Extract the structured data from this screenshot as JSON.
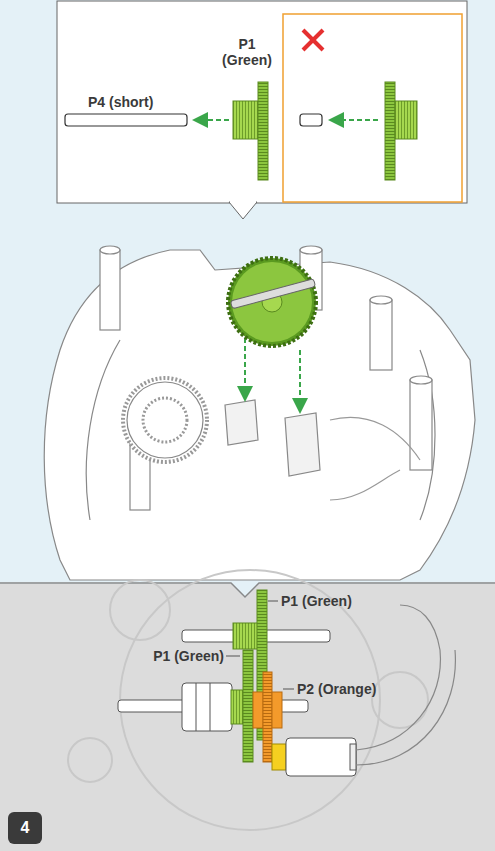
{
  "diagram": {
    "nodes": [
      {
        "text": [
          "4"
        ]
      }
    ],
    "labels": [
      "P1 (Green)",
      "P4 (short)",
      "P1 (Green)",
      "P1 (Green)",
      "P2 (Orange)"
    ]
  }
}
